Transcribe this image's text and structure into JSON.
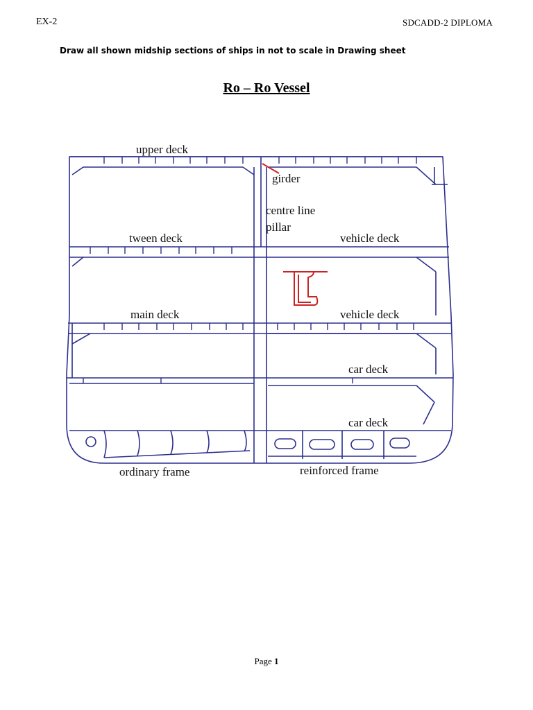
{
  "header": {
    "left": "EX-2",
    "right": "SDCADD-2 DIPLOMA"
  },
  "instruction": "Draw all shown midship sections of ships in  not to scale in  Drawing sheet",
  "title": "Ro – Ro Vessel",
  "figure": {
    "labels": {
      "upper_deck": "upper deck",
      "girder": "girder",
      "centre_line": "centre line",
      "pillar": "pillar",
      "tween_deck": "tween deck",
      "vehicle_deck_1": "vehicle deck",
      "main_deck": "main deck",
      "vehicle_deck_2": "vehicle deck",
      "car_deck_1": "car deck",
      "car_deck_2": "car deck",
      "ordinary_frame": "ordinary frame",
      "reinforced_frame": "reinforced frame"
    },
    "colors": {
      "lines": "#2b2f8f",
      "detail": "#cc2222"
    }
  },
  "footer": {
    "page_label": "Page",
    "page_number": "1"
  }
}
